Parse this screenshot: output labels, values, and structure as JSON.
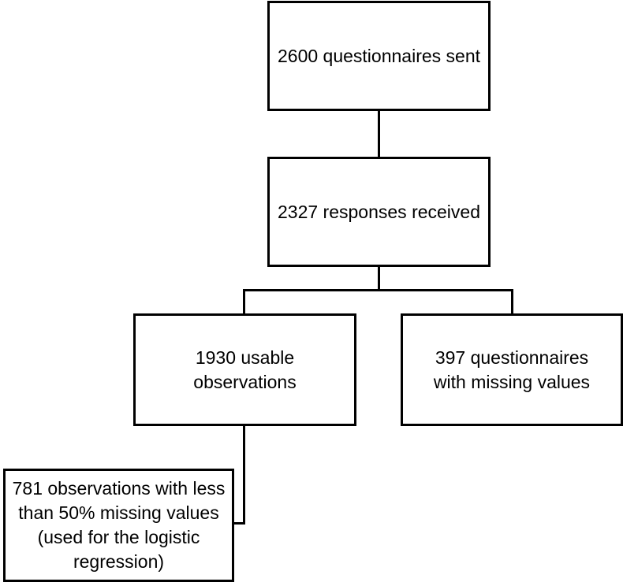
{
  "diagram": {
    "nodes": {
      "sent": {
        "label": "2600 questionnaires sent"
      },
      "received": {
        "label": "2327 responses received"
      },
      "usable": {
        "label": "1930 usable observations"
      },
      "missing": {
        "label": "397 questionnaires with missing values"
      },
      "logistic": {
        "label": "781 observations with less than 50% missing values (used for the logistic regression)"
      }
    },
    "edges": [
      {
        "from": "sent",
        "to": "received"
      },
      {
        "from": "received",
        "to": "usable"
      },
      {
        "from": "received",
        "to": "missing"
      },
      {
        "from": "usable",
        "to": "logistic"
      }
    ]
  }
}
